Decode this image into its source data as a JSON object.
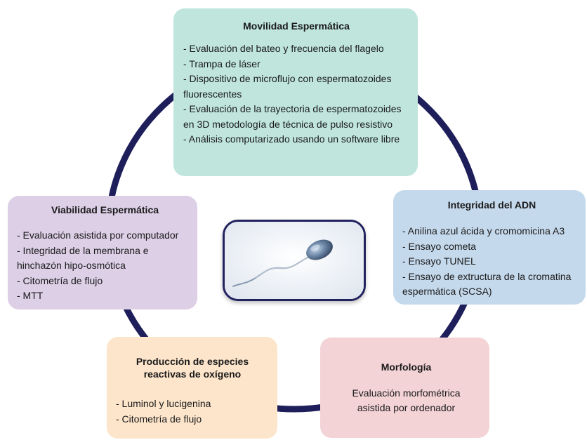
{
  "boxes": {
    "movilidad": {
      "title": "Movilidad Espermática",
      "items": [
        "- Evaluación del bateo y frecuencia del flagelo",
        "- Trampa de láser",
        "- Dispositivo de microflujo con espermatozoides fluorescentes",
        "- Evaluación de la trayectoria de espermatozoides en 3D metodología de técnica de pulso resistivo",
        "- Análisis computarizado usando un software libre"
      ]
    },
    "viabilidad": {
      "title": "Viabilidad Espermática",
      "items": [
        "- Evaluación asistida por computador",
        "- Integridad de la membrana e hinchazón hipo-osmótica",
        "- Citometría de flujo",
        "- MTT"
      ]
    },
    "adn": {
      "title": "Integridad del ADN",
      "items": [
        "- Anilina azul ácida y cromomicina A3",
        "- Ensayo cometa",
        "- Ensayo TUNEL",
        "- Ensayo de extructura de la cromatina espermática (SCSA)"
      ]
    },
    "produccion": {
      "title_line1": "Producción de especies",
      "title_line2": "reactivas de oxígeno",
      "items": [
        "- Luminol y lucigenina",
        "- Citometría de flujo"
      ]
    },
    "morfologia": {
      "title": "Morfología",
      "desc_line1": "Evaluación morfométrica",
      "desc_line2": "asistida por ordenador"
    }
  },
  "colors": {
    "ring": "#1e1e5a",
    "movilidad": "#bfe5dc",
    "viabilidad": "#dccfe6",
    "adn": "#c5d9ec",
    "produccion": "#fce5cb",
    "morfologia": "#f3d3d6"
  },
  "center_image": "sperm-cell-image"
}
